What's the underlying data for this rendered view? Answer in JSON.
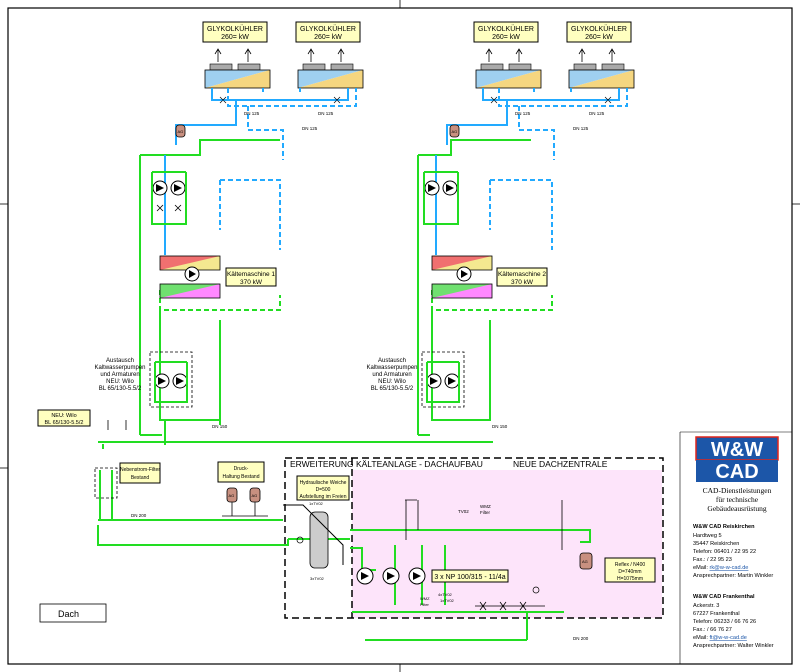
{
  "coolers": [
    {
      "title": "GLYKOLKÜHLER",
      "power": "260= kW"
    },
    {
      "title": "GLYKOLKÜHLER",
      "power": "260= kW"
    },
    {
      "title": "GLYKOLKÜHLER",
      "power": "260= kW"
    },
    {
      "title": "GLYKOLKÜHLER",
      "power": "260= kW"
    }
  ],
  "pipe_labels": {
    "dn125": "DN 125",
    "dn150": "DN 150",
    "dn200": "DN 200"
  },
  "chillers": [
    {
      "name": "Kältemaschine 1",
      "power": "370 kW"
    },
    {
      "name": "Kältemaschine 2",
      "power": "370 kW"
    }
  ],
  "pump_note": {
    "line1": "Austausch",
    "line2": "Kaltwasserpumpen",
    "line3": "und Armaturen",
    "line4": "NEU: Wilo",
    "line5": "BL 65/130-5.5/2"
  },
  "new_wilo": {
    "line1": "NEU: Wilo",
    "line2": "BL 65/130-5.5/2"
  },
  "bypass_filter": {
    "line1": "Nebenstrom-Filter",
    "line2": "Bestand"
  },
  "pressure": {
    "line1": "Druck-",
    "line2": "Haltung Bestand"
  },
  "tank_labels": {
    "ag": "AG"
  },
  "section_left": "ERWEITERUNG KÄLTEANLAGE - DACHAUFBAU",
  "section_right": "NEUE DACHZENTRALE",
  "separator": {
    "line1": "Hydraulische Weiche",
    "line2": "D=500",
    "line3": "Aufstellung im Freien"
  },
  "pump_set": "3 x NP 100/315 - 11/4a",
  "reflex": {
    "line1": "Reflex / N400",
    "line2": "D=740mm",
    "line3": "H=1075mm"
  },
  "small_labels": {
    "tv": "TV02",
    "wmz": "WMZ",
    "filter": "Filter",
    "tv1": "1xTV02",
    "tv2": "3xTV02",
    "tv3": "4xTV02",
    "tv4": "1xTV02"
  },
  "floor_label": "Dach",
  "logo": {
    "line1": "W&W",
    "line2": "CAD"
  },
  "company": {
    "line1": "CAD-Dienstleistungen",
    "line2": "für technische",
    "line3": "Gebäudeausrüstung"
  },
  "office1": {
    "name": "W&W CAD Reiskirchen",
    "street": "Hardtweg 5",
    "city": "35447 Reiskirchen",
    "phone": "Telefon: 06401 / 22 95 22",
    "fax": "Fax.:             / 22 95 23",
    "email_label": "eMail: ",
    "email": "rk@w-w-cad.de",
    "contact": "Ansprechpartner: Martin Winkler"
  },
  "office2": {
    "name": "W&W CAD Frankenthal",
    "street": "Ackerstr. 3",
    "city": "67227 Frankenthal",
    "phone": "Telefon: 06233 / 66 76 26",
    "fax": "Fax.:             / 66 76 27",
    "email_label": "eMail: ",
    "email": "ft@w-w-cad.de",
    "contact": "Ansprechpartner: Walter Winkler"
  },
  "colors": {
    "glycol": "#22dd22",
    "cooling_water": "#22aaff",
    "label_box": "#ffffc0",
    "new_area": "#fde4fa",
    "logo_blue": "#1c56a8",
    "logo_red": "#e1251b"
  }
}
